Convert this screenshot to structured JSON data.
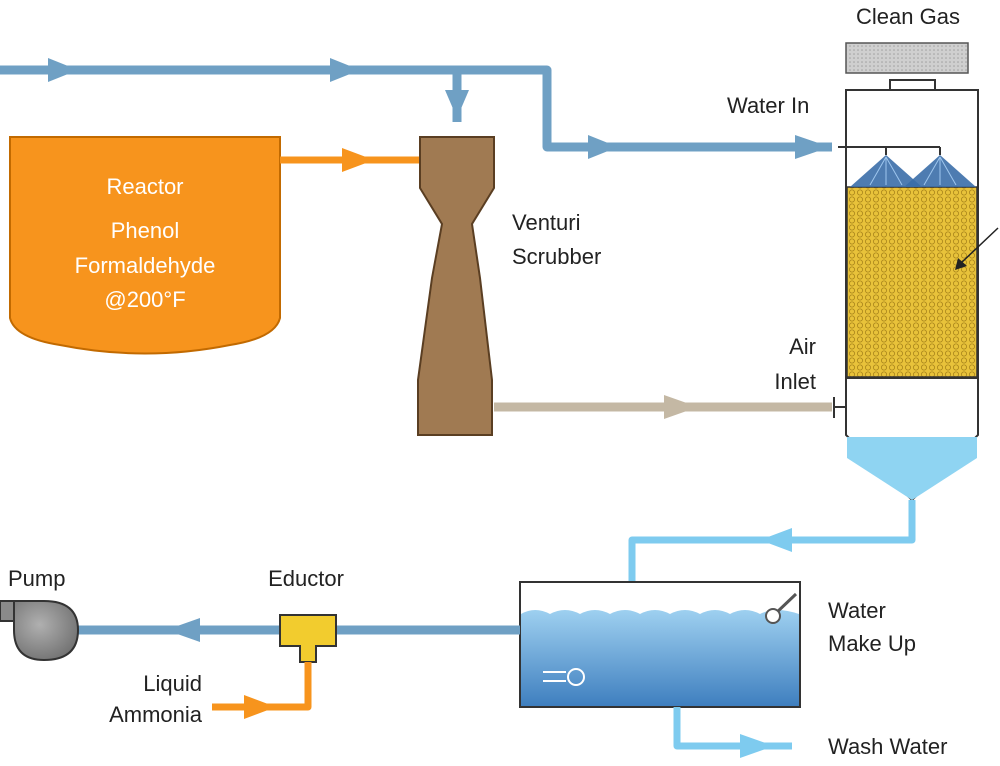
{
  "labels": {
    "clean_gas": "Clean Gas",
    "water_in": "Water In",
    "reactor": "Reactor",
    "reactor_phenol": "Phenol",
    "reactor_formaldehyde": "Formaldehyde",
    "reactor_temp": "@200°F",
    "venturi_line1": "Venturi",
    "venturi_line2": "Scrubber",
    "air_line1": "Air",
    "air_line2": "Inlet",
    "pump": "Pump",
    "eductor": "Eductor",
    "liquid_line1": "Liquid",
    "liquid_line2": "Ammonia",
    "makeup_line1": "Water",
    "makeup_line2": "Make Up",
    "wash_water": "Wash Water"
  },
  "colors": {
    "gas_line": "#6fa0c4",
    "reactor_fill": "#f7941d",
    "reactor_stroke": "#c26a00",
    "venturi_fill": "#a07a52",
    "venturi_stroke": "#5a3e22",
    "air_line": "#c4b8a4",
    "water_line": "#7ecbef",
    "packing": "#e8c23a",
    "spray": "#3b6ea8",
    "ammonia_line": "#f7941d",
    "eductor_fill": "#f2cc2e",
    "pump_fill": "#8a8a8a",
    "sump_water": "#8fd4f2",
    "tank_water": "#6aa6d8"
  }
}
